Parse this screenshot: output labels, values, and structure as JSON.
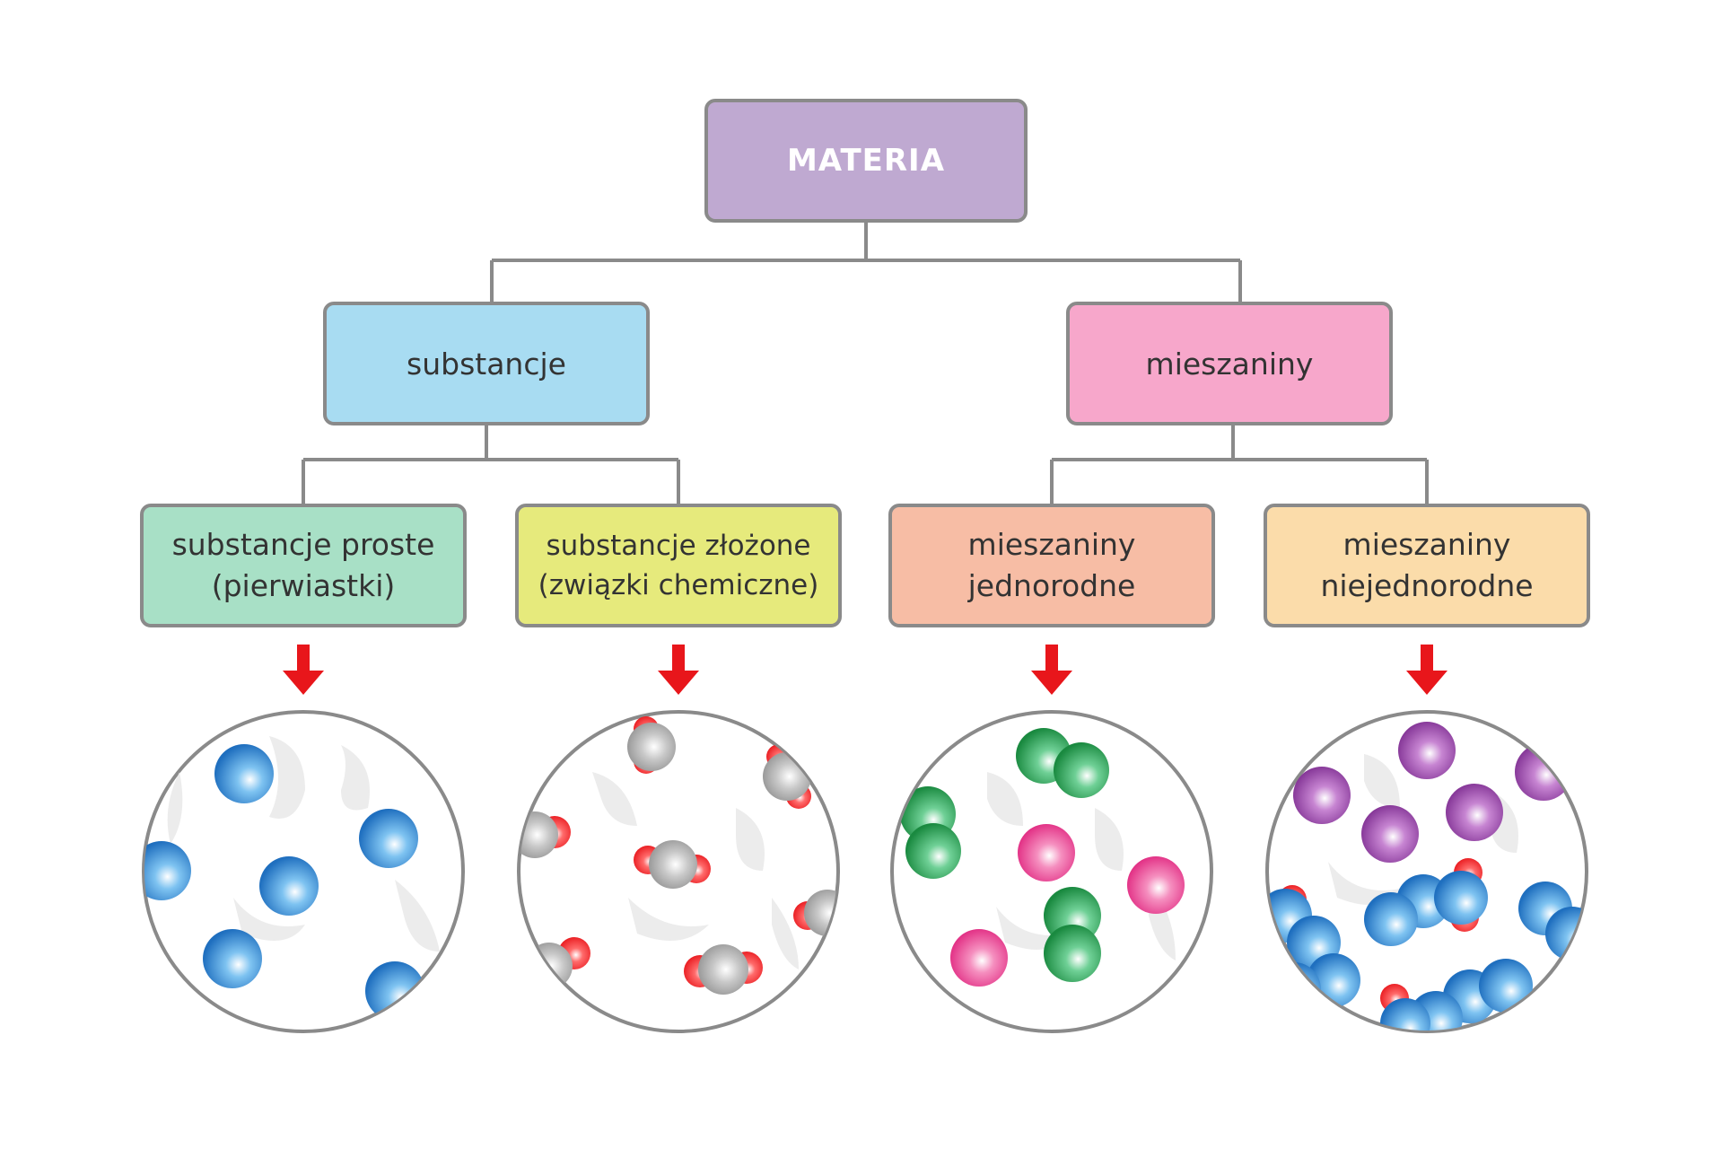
{
  "root": {
    "label": "MATERIA",
    "color": "#bfa9d1"
  },
  "branches": [
    {
      "label": "substancje",
      "color": "#a8dcf2",
      "children": [
        {
          "lines": [
            "substancje proste",
            "(pierwiastki)"
          ],
          "color": "#a8e0c6",
          "illustration": "single-atoms-blue"
        },
        {
          "lines": [
            "substancje złożone",
            "(związki chemiczne)"
          ],
          "color": "#e6ea7c",
          "illustration": "molecules-grey-red"
        }
      ]
    },
    {
      "label": "mieszaniny",
      "color": "#f7a7cb",
      "children": [
        {
          "lines": [
            "mieszaniny",
            "jednorodne"
          ],
          "color": "#f7bda5",
          "illustration": "green-molecules-pink-atoms"
        },
        {
          "lines": [
            "mieszaniny",
            "niejednorodne"
          ],
          "color": "#fbdcaa",
          "illustration": "purple-atoms-blue-red-clusters"
        }
      ]
    }
  ],
  "colors": {
    "connector": "#8a8a8a",
    "arrow": "#e8161b",
    "atom_blue": "#2a7fd0",
    "atom_grey": "#9a9a9a",
    "atom_red": "#e8161b",
    "atom_green": "#1e9a4a",
    "atom_pink": "#e42e86",
    "atom_purple": "#8e3aa0"
  }
}
